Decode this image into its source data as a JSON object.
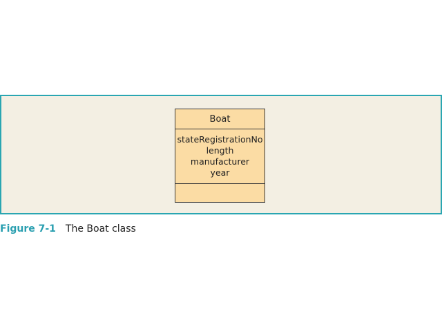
{
  "diagram": {
    "class_name": "Boat",
    "attributes": [
      "stateRegistrationNo",
      "length",
      "manufacturer",
      "year"
    ],
    "operations": []
  },
  "caption": {
    "label": "Figure 7-1",
    "text": "The Boat class"
  },
  "colors": {
    "panel_background": "#f3efe3",
    "panel_border": "#2aa6b2",
    "class_fill": "#fbdca4",
    "caption_accent": "#2a9fb0"
  }
}
